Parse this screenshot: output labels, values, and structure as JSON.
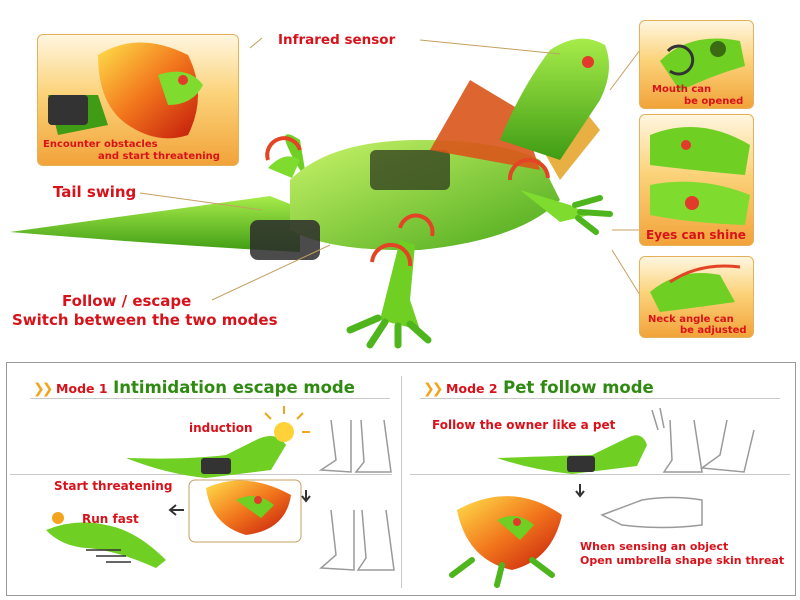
{
  "callouts": {
    "infrared_sensor": "Infrared sensor",
    "encounter_line1": "Encounter obstacles",
    "encounter_line2": "and start threatening",
    "tail_swing": "Tail swing",
    "follow_escape": "Follow / escape",
    "switch_modes": "Switch between the two modes",
    "mouth_line1": "Mouth can",
    "mouth_line2": "be opened",
    "eyes_shine": "Eyes can shine",
    "neck_line1": "Neck angle can",
    "neck_line2": "be adjusted"
  },
  "mode1": {
    "label": "Mode 1",
    "title": "Intimidation escape mode",
    "induction": "induction",
    "start_threatening": "Start threatening",
    "run_fast": "Run fast"
  },
  "mode2": {
    "label": "Mode 2",
    "title": "Pet follow mode",
    "follow_owner": "Follow the owner like a pet",
    "sensing_line1": "When sensing an object",
    "sensing_line2": "Open umbrella shape skin threat"
  },
  "colors": {
    "label_red": "#d8121a",
    "mode_green": "#2f8a12",
    "lizard_green": "#6fcf23",
    "frill_orange": "#f2761c",
    "panel_orange": "#f6b84a"
  }
}
